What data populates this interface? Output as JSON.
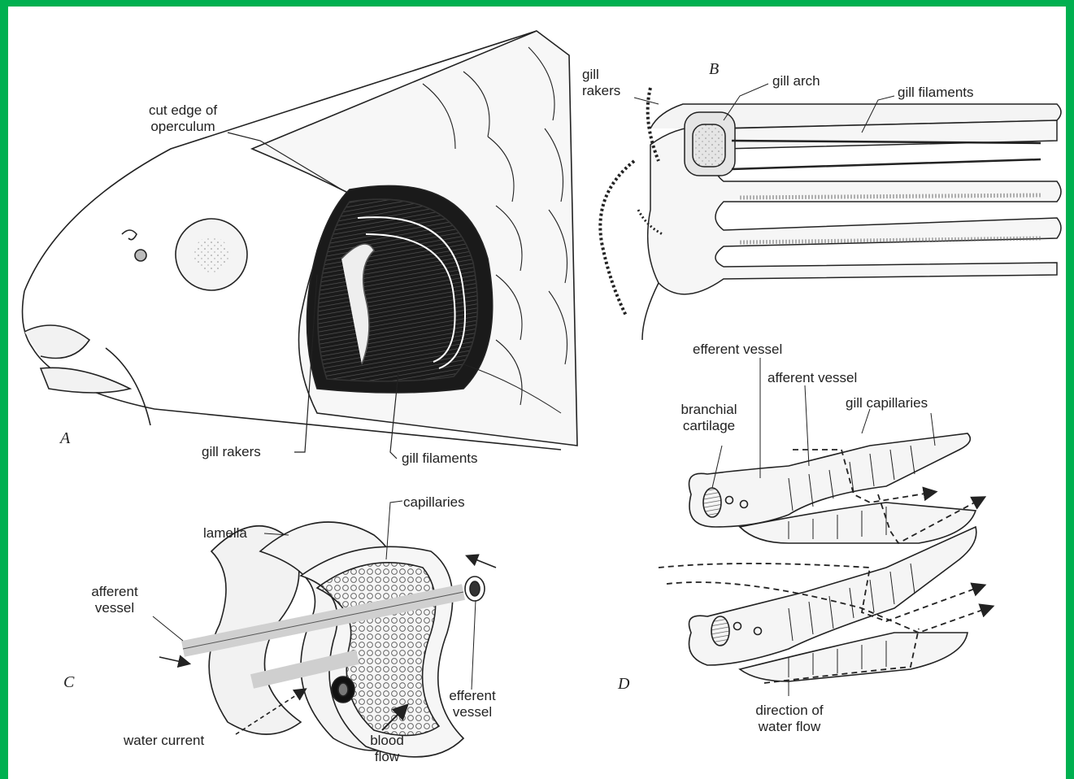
{
  "colors": {
    "border": "#00b050",
    "background": "#ffffff",
    "ink": "#222222",
    "fill": "#ececec"
  },
  "panels": {
    "a": "A",
    "b": "B",
    "c": "C",
    "d": "D"
  },
  "labels": {
    "cut_edge_1": "cut edge of",
    "cut_edge_2": "operculum",
    "gill_rakers_a": "gill rakers",
    "gill_filaments_a": "gill filaments",
    "gill_rakers_b_1": "gill",
    "gill_rakers_b_2": "rakers",
    "gill_arch": "gill arch",
    "gill_filaments_b": "gill filaments",
    "capillaries": "capillaries",
    "lamella": "lamella",
    "afferent_vessel_c_1": "afferent",
    "afferent_vessel_c_2": "vessel",
    "efferent_vessel_c_1": "efferent",
    "efferent_vessel_c_2": "vessel",
    "water_current": "water current",
    "blood_flow_1": "blood",
    "blood_flow_2": "flow",
    "efferent_vessel_d": "efferent vessel",
    "afferent_vessel_d": "afferent vessel",
    "gill_capillaries": "gill capillaries",
    "branchial_1": "branchial",
    "branchial_2": "cartilage",
    "direction_1": "direction of",
    "direction_2": "water flow"
  }
}
